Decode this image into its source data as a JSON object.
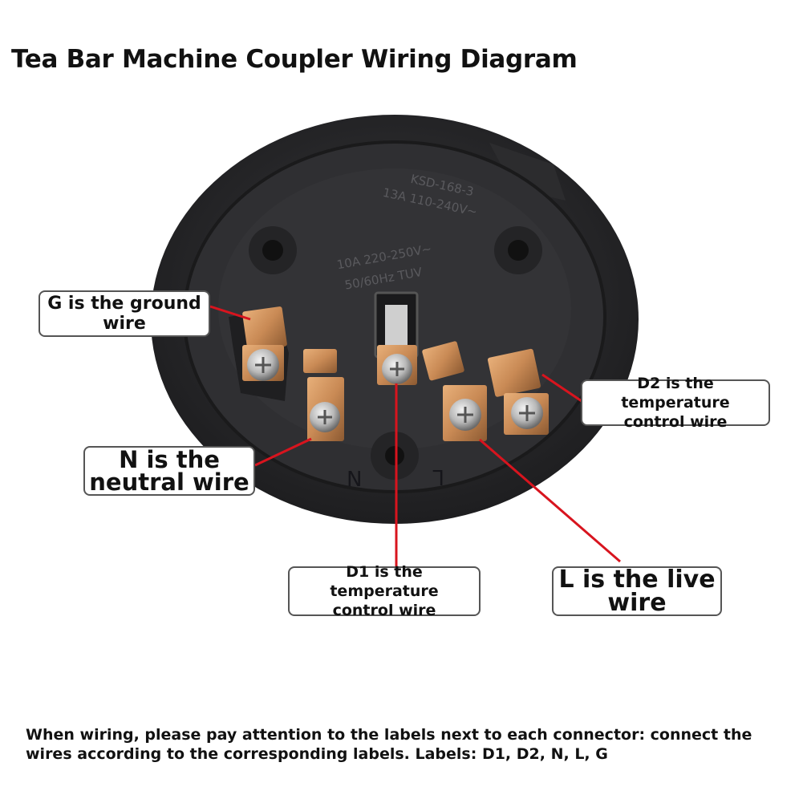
{
  "title": "Tea Bar Machine Coupler Wiring Diagram",
  "labels": {
    "g": {
      "line1": "G is the ground",
      "line2": "wire"
    },
    "n": {
      "line1": "N is the",
      "line2": "neutral wire"
    },
    "d1": {
      "line1": "D1 is the temperature",
      "line2": "control wire"
    },
    "l": {
      "line1": "L is the live",
      "line2": "wire"
    },
    "d2": {
      "line1": "D2 is the temperature",
      "line2": "control wire"
    }
  },
  "engraving": {
    "model": "KSD-168-3",
    "rating1": "13A 110-240V~",
    "rating2": "10A 220-250V~",
    "rating3": "50/60Hz TUV",
    "mark_n": "N",
    "mark_l": "L"
  },
  "note": "When wiring, please pay attention to the labels next to each connector: connect the wires according to the corresponding labels. Labels: D1, D2, N, L, G",
  "colors": {
    "leader_line": "#d8141e",
    "housing": "#2a2a2c",
    "terminal": "#c98a55",
    "box_border": "#555555"
  }
}
